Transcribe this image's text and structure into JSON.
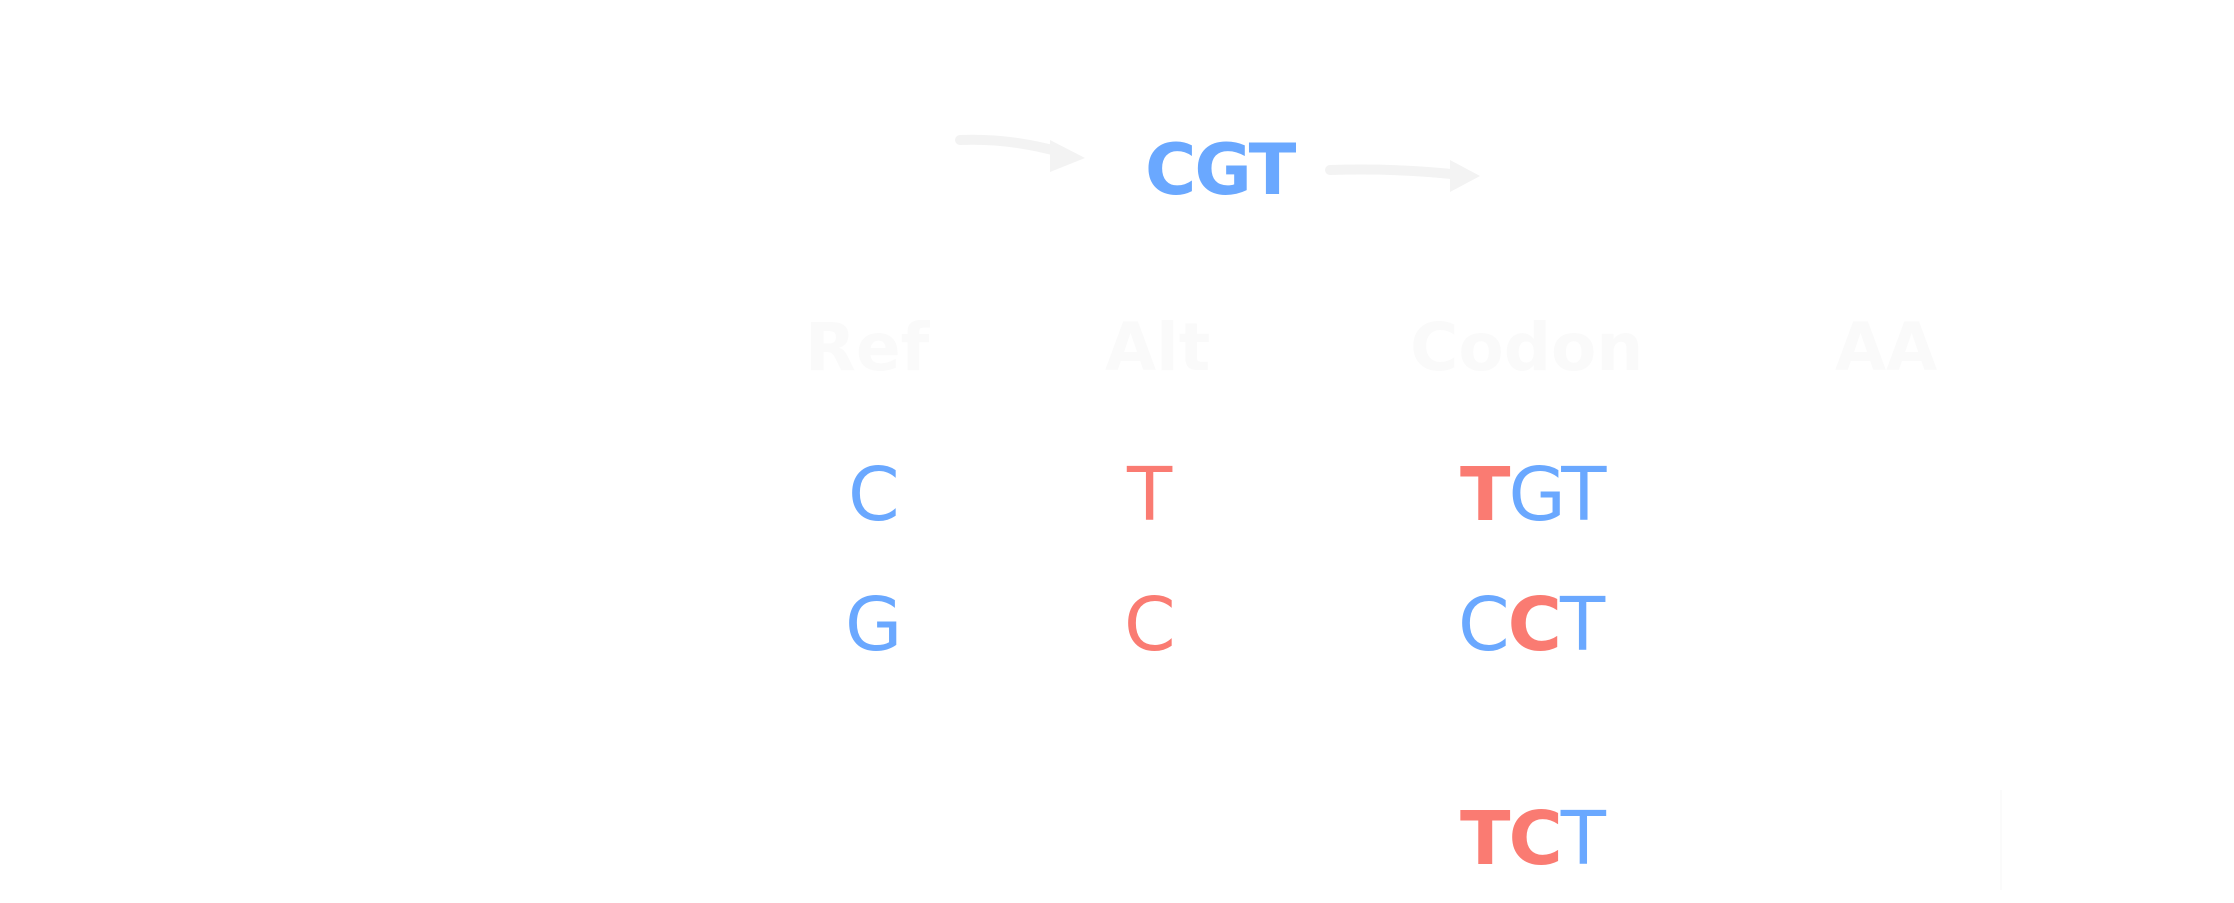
{
  "colors": {
    "reference": "#6aa8ff",
    "variant": "#fa7b72",
    "faint": "#f5f5f5"
  },
  "top_codon": [
    {
      "base": "C",
      "color": "#6aa8ff"
    },
    {
      "base": "G",
      "color": "#6aa8ff"
    },
    {
      "base": "T",
      "color": "#6aa8ff"
    }
  ],
  "headers": {
    "ref": "Ref",
    "alt": "Alt",
    "codon": "Codon",
    "aa": "AA"
  },
  "rows": [
    {
      "ref": "C",
      "alt": "T",
      "codon": [
        {
          "base": "T",
          "color": "#fa7b72",
          "bold": true
        },
        {
          "base": "G",
          "color": "#6aa8ff",
          "bold": false
        },
        {
          "base": "T",
          "color": "#6aa8ff",
          "bold": false
        }
      ]
    },
    {
      "ref": "G",
      "alt": "C",
      "codon": [
        {
          "base": "C",
          "color": "#6aa8ff",
          "bold": false
        },
        {
          "base": "C",
          "color": "#fa7b72",
          "bold": true
        },
        {
          "base": "T",
          "color": "#6aa8ff",
          "bold": false
        }
      ]
    }
  ],
  "combined_codon": [
    {
      "base": "T",
      "color": "#fa7b72",
      "bold": true
    },
    {
      "base": "C",
      "color": "#fa7b72",
      "bold": true
    },
    {
      "base": "T",
      "color": "#6aa8ff",
      "bold": false
    }
  ]
}
